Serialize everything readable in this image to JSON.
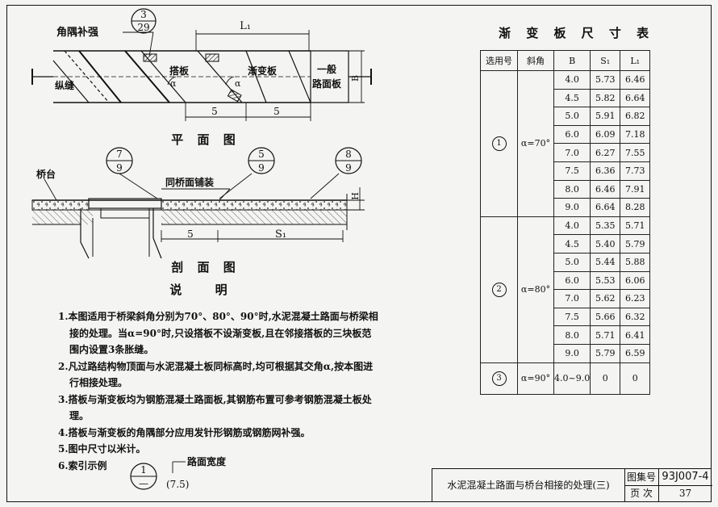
{
  "plan": {
    "title": "平 面 图",
    "ref": {
      "num": "3",
      "den": "29"
    },
    "corner_label": "角隅补强",
    "dim_top": "L₁",
    "label_joint": "纵缝",
    "label_slab": "搭板",
    "label_transition": "渐变板",
    "label_general_1": "一般",
    "label_general_2": "路面板",
    "label_alpha": "α",
    "dim_b": "B",
    "dim_5a": "5",
    "dim_5b": "5"
  },
  "section": {
    "title": "剖 面 图",
    "ref_left": {
      "num": "7",
      "den": "9"
    },
    "ref_mid": {
      "num": "5",
      "den": "9"
    },
    "ref_right": {
      "num": "8",
      "den": "9"
    },
    "label_abutment": "桥台",
    "label_paving": "同桥面铺装",
    "dim_h": "H",
    "dim_5": "5",
    "dim_s1": "S₁"
  },
  "table": {
    "title": "渐 变 板 尺 寸 表",
    "headers": [
      "选用号",
      "斜角",
      "B",
      "S₁",
      "L₁"
    ],
    "groups": [
      {
        "sel": "1",
        "angle": "α=70°",
        "rows": [
          [
            "4.0",
            "5.73",
            "6.46"
          ],
          [
            "4.5",
            "5.82",
            "6.64"
          ],
          [
            "5.0",
            "5.91",
            "6.82"
          ],
          [
            "6.0",
            "6.09",
            "7.18"
          ],
          [
            "7.0",
            "6.27",
            "7.55"
          ],
          [
            "7.5",
            "6.36",
            "7.73"
          ],
          [
            "8.0",
            "6.46",
            "7.91"
          ],
          [
            "9.0",
            "6.64",
            "8.28"
          ]
        ]
      },
      {
        "sel": "2",
        "angle": "α=80°",
        "rows": [
          [
            "4.0",
            "5.35",
            "5.71"
          ],
          [
            "4.5",
            "5.40",
            "5.79"
          ],
          [
            "5.0",
            "5.44",
            "5.88"
          ],
          [
            "6.0",
            "5.53",
            "6.06"
          ],
          [
            "7.0",
            "5.62",
            "6.23"
          ],
          [
            "7.5",
            "5.66",
            "6.32"
          ],
          [
            "8.0",
            "5.71",
            "6.41"
          ],
          [
            "9.0",
            "5.79",
            "6.59"
          ]
        ]
      },
      {
        "sel": "3",
        "angle": "α=90°",
        "rows": [
          [
            "4.0~9.0",
            "0",
            "0"
          ]
        ]
      }
    ]
  },
  "notes": {
    "title": "说 明",
    "items": [
      "1.本图适用于桥梁斜角分别为70°、80°、90°时,水泥混凝土路面与桥梁相接的处理。当α=90°时,只设搭板不设渐变板,且在邻接搭板的三块板范围内设置3条胀缝。",
      "2.凡过路结构物顶面与水泥混凝土板同标高时,均可根据其交角α,按本图进行相接处理。",
      "3.搭板与渐变板均为钢筋混凝土路面板,其钢筋布置可参考钢筋混凝土板处理。",
      "4.搭板与渐变板的角隅部分应用发针形钢筋或钢筋网补强。",
      "5.图中尺寸以米计。",
      "6.索引示例"
    ],
    "index_example": {
      "num": "1",
      "den": "—",
      "value": "(7.5)",
      "label": "路面宽度"
    }
  },
  "titleblock": {
    "name": "水泥混凝土路面与桥台相接的处理(三)",
    "label_atlas": "图集号",
    "atlas_no": "93J007-4",
    "label_page": "页 次",
    "page_no": "37"
  }
}
